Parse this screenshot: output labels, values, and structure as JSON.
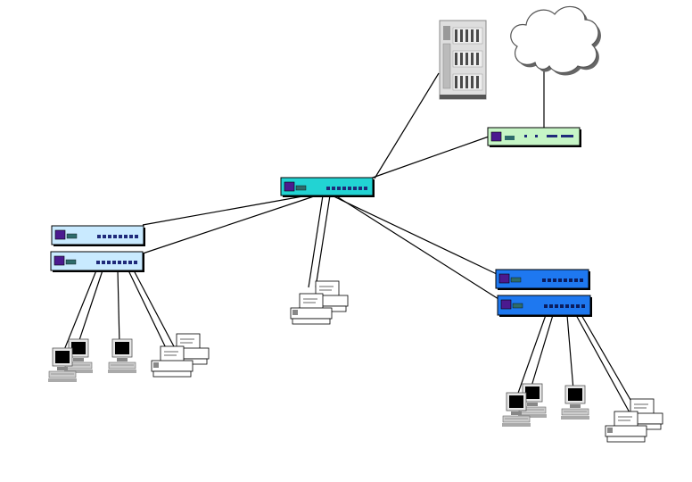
{
  "diagram": {
    "nodes": [
      {
        "id": "server",
        "kind": "server-tower",
        "icon": "server-tower-icon",
        "color": "#d9d9d9"
      },
      {
        "id": "internet",
        "kind": "cloud",
        "icon": "cloud-icon",
        "color": "#ffffff"
      },
      {
        "id": "router",
        "kind": "router",
        "icon": "router-icon",
        "color": "#c6f5c6"
      },
      {
        "id": "core-switch",
        "kind": "switch",
        "icon": "switch-icon",
        "color": "#22d3d3"
      },
      {
        "id": "left-switch-1",
        "kind": "switch",
        "icon": "switch-icon",
        "color": "#c9eaff"
      },
      {
        "id": "left-switch-2",
        "kind": "switch",
        "icon": "switch-icon",
        "color": "#c9eaff"
      },
      {
        "id": "right-switch-1",
        "kind": "switch",
        "icon": "switch-icon",
        "color": "#1e78f0"
      },
      {
        "id": "right-switch-2",
        "kind": "switch",
        "icon": "switch-icon",
        "color": "#1e78f0"
      },
      {
        "id": "left-pc-1",
        "kind": "workstation",
        "icon": "computer-icon"
      },
      {
        "id": "left-pc-2",
        "kind": "workstation",
        "icon": "computer-icon"
      },
      {
        "id": "left-pc-3",
        "kind": "workstation",
        "icon": "computer-icon"
      },
      {
        "id": "left-printer",
        "kind": "printer",
        "icon": "printer-icon"
      },
      {
        "id": "center-printer",
        "kind": "printer",
        "icon": "printer-icon"
      },
      {
        "id": "right-pc-1",
        "kind": "workstation",
        "icon": "computer-icon"
      },
      {
        "id": "right-pc-2",
        "kind": "workstation",
        "icon": "computer-icon"
      },
      {
        "id": "right-pc-3",
        "kind": "workstation",
        "icon": "computer-icon"
      },
      {
        "id": "right-printer",
        "kind": "printer",
        "icon": "printer-icon"
      }
    ],
    "links": [
      [
        "core-switch",
        "server"
      ],
      [
        "core-switch",
        "router"
      ],
      [
        "router",
        "internet"
      ],
      [
        "core-switch",
        "left-switch-1"
      ],
      [
        "core-switch",
        "left-switch-2"
      ],
      [
        "core-switch",
        "center-printer"
      ],
      [
        "core-switch",
        "right-switch-1"
      ],
      [
        "core-switch",
        "right-switch-2"
      ],
      [
        "left-switch-2",
        "left-pc-1"
      ],
      [
        "left-switch-2",
        "left-pc-2"
      ],
      [
        "left-switch-2",
        "left-pc-3"
      ],
      [
        "left-switch-2",
        "left-printer"
      ],
      [
        "right-switch-2",
        "right-pc-1"
      ],
      [
        "right-switch-2",
        "right-pc-2"
      ],
      [
        "right-switch-2",
        "right-pc-3"
      ],
      [
        "right-switch-2",
        "right-printer"
      ]
    ]
  },
  "colors": {
    "line": "#000000",
    "port_led": "#1f2a7a",
    "badge": "#4b1a8f",
    "badge_small": "#2e6b6b"
  }
}
